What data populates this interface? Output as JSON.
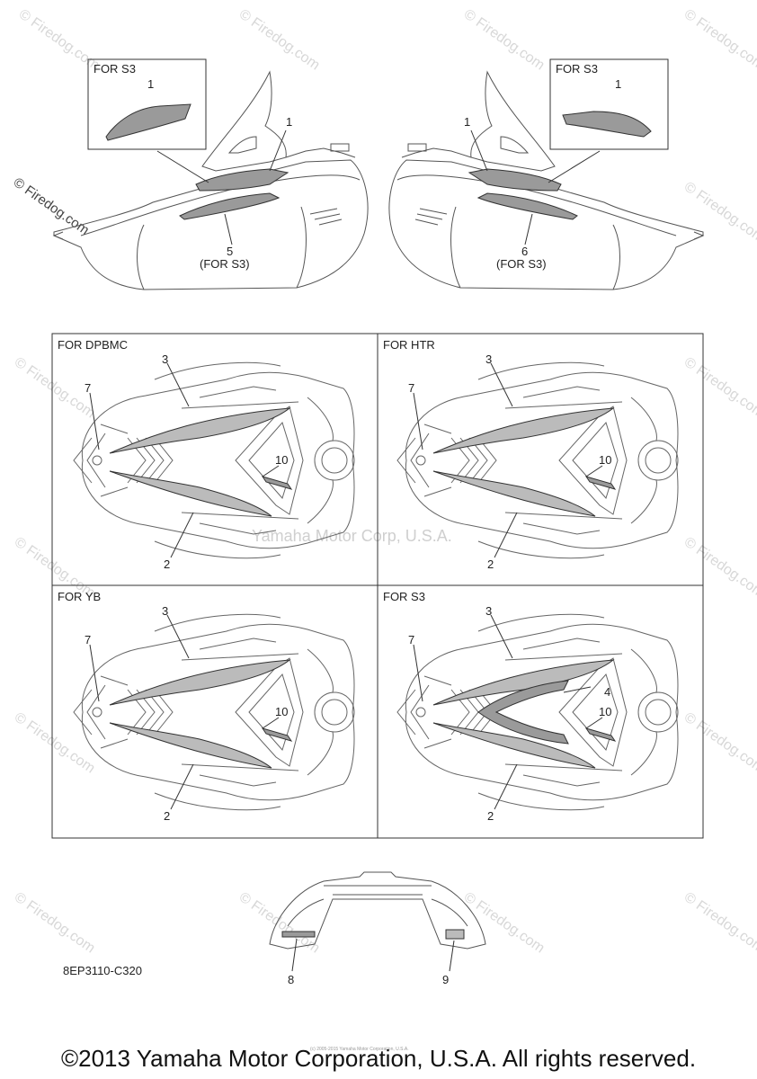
{
  "watermarks": {
    "firedog": "© Firedog.com",
    "yamaha": "Yamaha Motor Corp, U.S.A."
  },
  "top": {
    "left_inset_title": "FOR S3",
    "right_inset_title": "FOR S3",
    "left_inset_callout": "1",
    "right_inset_callout": "1",
    "left_callout_1": "1",
    "right_callout_1": "1",
    "left_callout_5": "5",
    "left_callout_5_note": "(FOR S3)",
    "right_callout_6": "6",
    "right_callout_6_note": "(FOR S3)"
  },
  "panels": [
    {
      "title": "FOR DPBMC",
      "c3": "3",
      "c7": "7",
      "c10": "10",
      "c2": "2"
    },
    {
      "title": "FOR HTR",
      "c3": "3",
      "c7": "7",
      "c10": "10",
      "c2": "2"
    },
    {
      "title": "FOR YB",
      "c3": "3",
      "c7": "7",
      "c10": "10",
      "c2": "2"
    },
    {
      "title": "FOR S3",
      "c3": "3",
      "c7": "7",
      "c10": "10",
      "c2": "2",
      "c4": "4"
    }
  ],
  "bottom": {
    "callout_8": "8",
    "callout_9": "9",
    "part_code": "8EP3110-C320",
    "small_copyright": "(c) 2005-2015 Yamaha Motor Corporation, U.S.A."
  },
  "footer": "©2013 Yamaha Motor Corporation, U.S.A. All rights reserved."
}
